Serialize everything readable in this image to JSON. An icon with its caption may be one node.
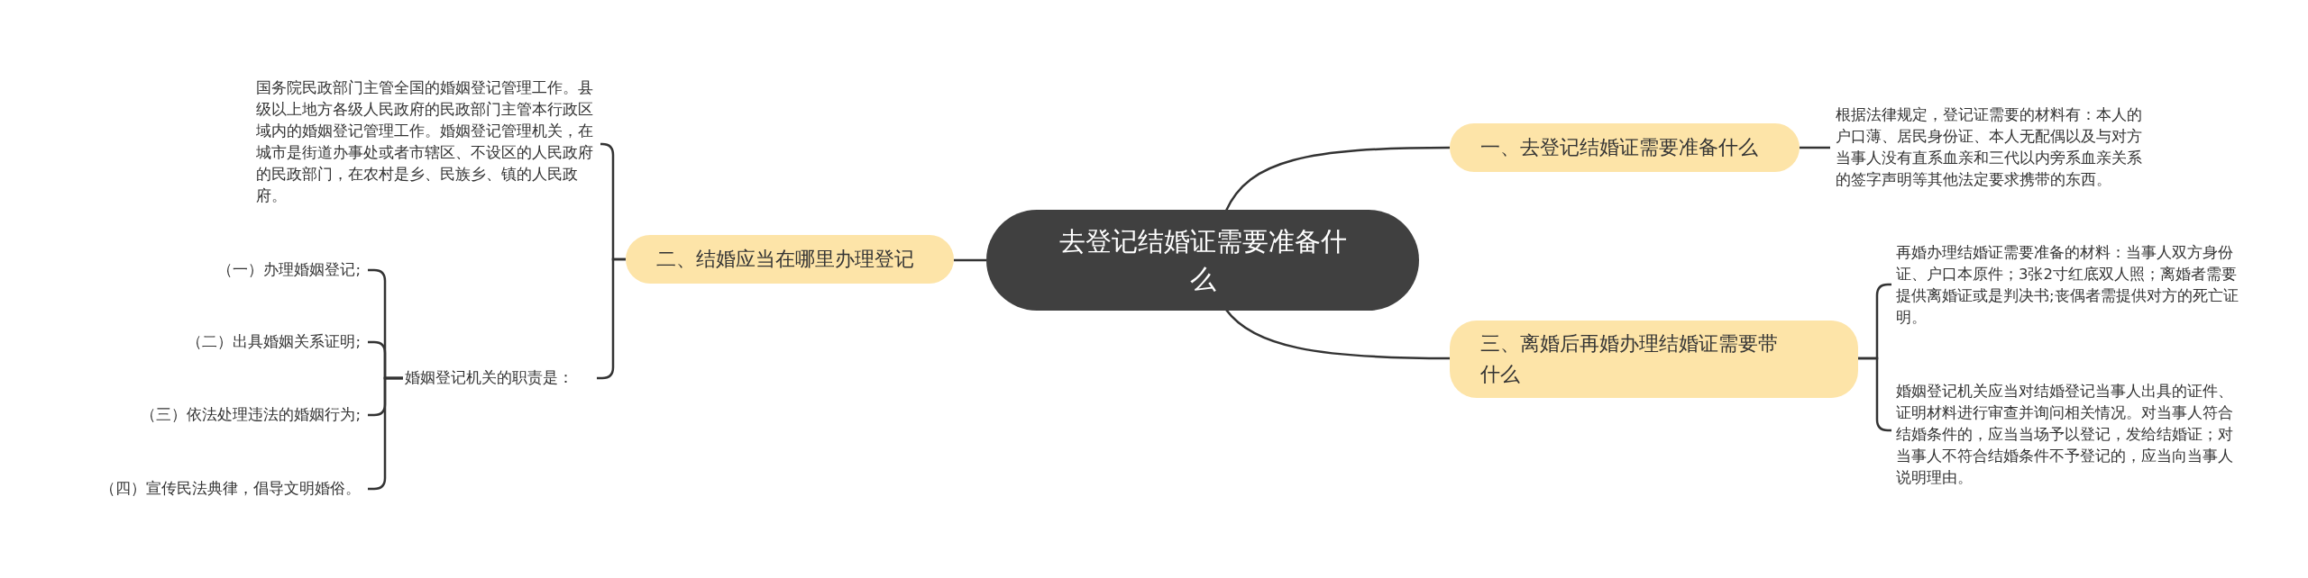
{
  "diagram": {
    "nodes": [
      {
        "text": [
          "去登记结婚证需要准备什么"
        ]
      },
      {
        "text": [
          "一、去登记结婚证需要准备什么"
        ]
      },
      {
        "text": [
          "根据法律规定，登记证需要的材料有：本人的户口薄、居民身份证、本人无配偶以及与对方当事人没有直系血亲和三代以内旁系血亲关系的签字声明等其他法定要求携带的东西。"
        ]
      },
      {
        "text": [
          "三、离婚后再婚办理结婚证需要带什么"
        ]
      },
      {
        "text": [
          "再婚办理结婚证需要准备的材料：当事人双方身份证、户口本原件；3张2寸红底双人照；离婚者需要提供离婚证或是判决书;丧偶者需提供对方的死亡证明。"
        ]
      },
      {
        "text": [
          "婚姻登记机关应当对结婚登记当事人出具的证件、证明材料进行审查并询问相关情况。对当事人符合结婚条件的，应当当场予以登记，发给结婚证；对当事人不符合结婚条件不予登记的，应当向当事人说明理由。"
        ]
      },
      {
        "text": [
          "二、结婚应当在哪里办理登记"
        ]
      },
      {
        "text": [
          "国务院民政部门主管全国的婚姻登记管理工作。县级以上地方各级人民政府的民政部门主管本行政区域内的婚姻登记管理工作。婚姻登记管理机关，在城市是街道办事处或者市辖区、不设区的人民政府的民政部门，在农村是乡、民族乡、镇的人民政府。"
        ]
      },
      {
        "text": [
          "婚姻登记机关的职责是："
        ]
      },
      {
        "text": [
          "（一）办理婚姻登记;"
        ]
      },
      {
        "text": [
          "（二）出具婚姻关系证明;"
        ]
      },
      {
        "text": [
          "（三）依法处理违法的婚姻行为;"
        ]
      },
      {
        "text": [
          "（四）宣传民法典律，倡导文明婚俗。"
        ]
      }
    ],
    "edges": [
      {
        "from": 0,
        "to": 1,
        "arrow": "none"
      },
      {
        "from": 0,
        "to": 3,
        "arrow": "none"
      },
      {
        "from": 0,
        "to": 6,
        "arrow": "none"
      },
      {
        "from": 1,
        "to": 2,
        "arrow": "none"
      },
      {
        "from": 3,
        "to": 4,
        "arrow": "none"
      },
      {
        "from": 3,
        "to": 5,
        "arrow": "none"
      },
      {
        "from": 6,
        "to": 7,
        "arrow": "none"
      },
      {
        "from": 6,
        "to": 8,
        "arrow": "none"
      },
      {
        "from": 8,
        "to": 9,
        "arrow": "none"
      },
      {
        "from": 8,
        "to": 10,
        "arrow": "none"
      },
      {
        "from": 8,
        "to": 11,
        "arrow": "none"
      },
      {
        "from": 8,
        "to": 12,
        "arrow": "none"
      }
    ]
  }
}
